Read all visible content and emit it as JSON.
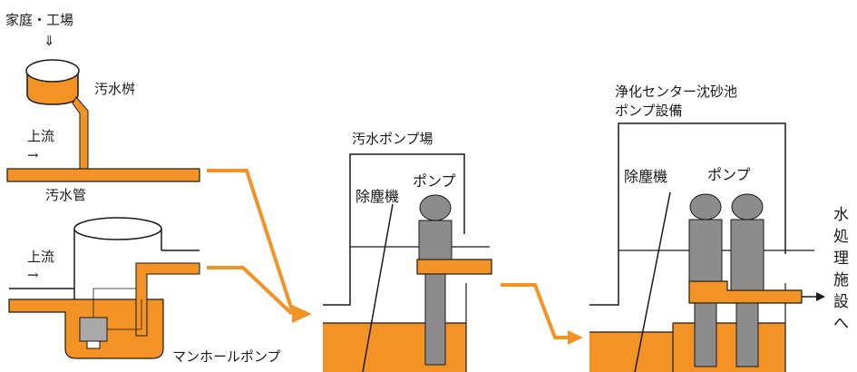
{
  "colors": {
    "sewage": "#f39325",
    "pump": "#8c8c8c",
    "pump_body": "#a9a9a9",
    "line": "#1a1a1a",
    "background": "#ffffff"
  },
  "labels": {
    "source": "家庭・工場",
    "down_arrow": "⇓",
    "sewage_basin": "汚水桝",
    "upstream_1": "上流",
    "upstream_1_arrow": "→",
    "sewer_pipe": "汚水管",
    "upstream_2": "上流",
    "upstream_2_arrow": "→",
    "manhole_pump": "マンホールポンプ",
    "pump_station_title": "汚水ポンプ場",
    "screen_1": "除塵機",
    "pump_1": "ポンプ",
    "center_title_line1": "浄化センター沈砂池",
    "center_title_line2": "ポンプ設備",
    "screen_2": "除塵機",
    "pump_2": "ポンプ",
    "destination": "水処理施設へ"
  }
}
